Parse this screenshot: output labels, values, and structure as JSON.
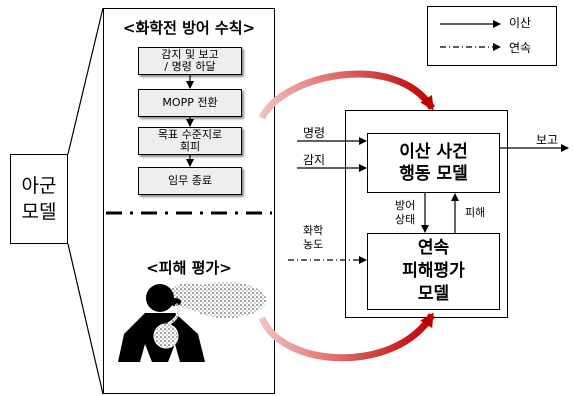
{
  "ally_model": {
    "line1": "아군",
    "line2": "모델"
  },
  "left_panel": {
    "section1_title": "<화학전 방어 수칙>",
    "steps": [
      {
        "line1": "감지 및 보고",
        "line2": "/ 명령 하달"
      },
      {
        "line1": "MOPP 전환",
        "line2": ""
      },
      {
        "line1": "목표 수준지로",
        "line2": "회피"
      },
      {
        "line1": "임무 종료",
        "line2": ""
      }
    ],
    "section2_title": "<피해 평가>"
  },
  "legend": {
    "discrete": "이산",
    "continuous": "연속"
  },
  "discrete_model": {
    "line1": "이산 사건",
    "line2": "행동 모델"
  },
  "continuous_model": {
    "line1": "연속",
    "line2": "피해평가",
    "line3": "모델"
  },
  "labels": {
    "command": "명령",
    "detect": "감지",
    "report": "보고",
    "defense_state_1": "방어",
    "defense_state_2": "상태",
    "damage": "피해",
    "chem_conc_1": "화학",
    "chem_conc_2": "농도"
  },
  "colors": {
    "curve_arrow": "#c00000"
  }
}
